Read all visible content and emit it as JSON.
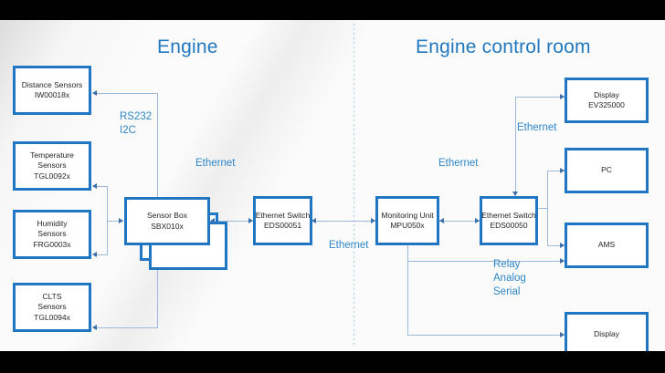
{
  "slide": {
    "zones": [
      {
        "id": "engine",
        "title": "Engine"
      },
      {
        "id": "control-room",
        "title": "Engine control room"
      }
    ]
  },
  "nodes": [
    {
      "id": "distance-sensors",
      "line1": "Distance Sensors",
      "line2": "IW00018x"
    },
    {
      "id": "temperature-sensors",
      "line1": "Temperature",
      "line2": "Sensors",
      "line3": "TGL0092x"
    },
    {
      "id": "humidity-sensors",
      "line1": "Humidity",
      "line2": "Sensors",
      "line3": "FRG0003x"
    },
    {
      "id": "clts-sensors",
      "line1": "CLTS",
      "line2": "Sensors",
      "line3": "TGL0094x"
    },
    {
      "id": "sensor-box",
      "line1": "Sensor Box",
      "line2": "SBX010x"
    },
    {
      "id": "ethernet-switch-left",
      "line1": "Ethernet Switch",
      "line2": "EDS00051"
    },
    {
      "id": "monitoring-unit",
      "line1": "Monitoring Unit",
      "line2": "MPU050x"
    },
    {
      "id": "ethernet-switch-right",
      "line1": "Ethernet Switch",
      "line2": "EDS00050"
    },
    {
      "id": "display-ev325000",
      "line1": "Display",
      "line2": "EV325000"
    },
    {
      "id": "pc",
      "line1": "PC"
    },
    {
      "id": "ams",
      "line1": "AMS"
    },
    {
      "id": "display-bottom",
      "line1": "Display"
    }
  ],
  "captions": [
    {
      "id": "rs232-i2c",
      "line1": "RS232",
      "line2": "I2C"
    },
    {
      "id": "ethernet-sensorbox",
      "line1": "Ethernet"
    },
    {
      "id": "ethernet-midlow",
      "line1": "Ethernet"
    },
    {
      "id": "ethernet-mu",
      "line1": "Ethernet"
    },
    {
      "id": "ethernet-display",
      "line1": "Ethernet"
    },
    {
      "id": "relay-analog-serial",
      "line1": "Relay",
      "line2": "Analog",
      "line3": "Serial"
    }
  ],
  "colors": {
    "node_border": "#1F77C4",
    "title": "#2178BE",
    "caption": "#2E86C8",
    "connector": "#9DB9D9",
    "arrow": "#3C6FA8",
    "canvas": "#fbfbfb",
    "letterbox": "#000000"
  }
}
